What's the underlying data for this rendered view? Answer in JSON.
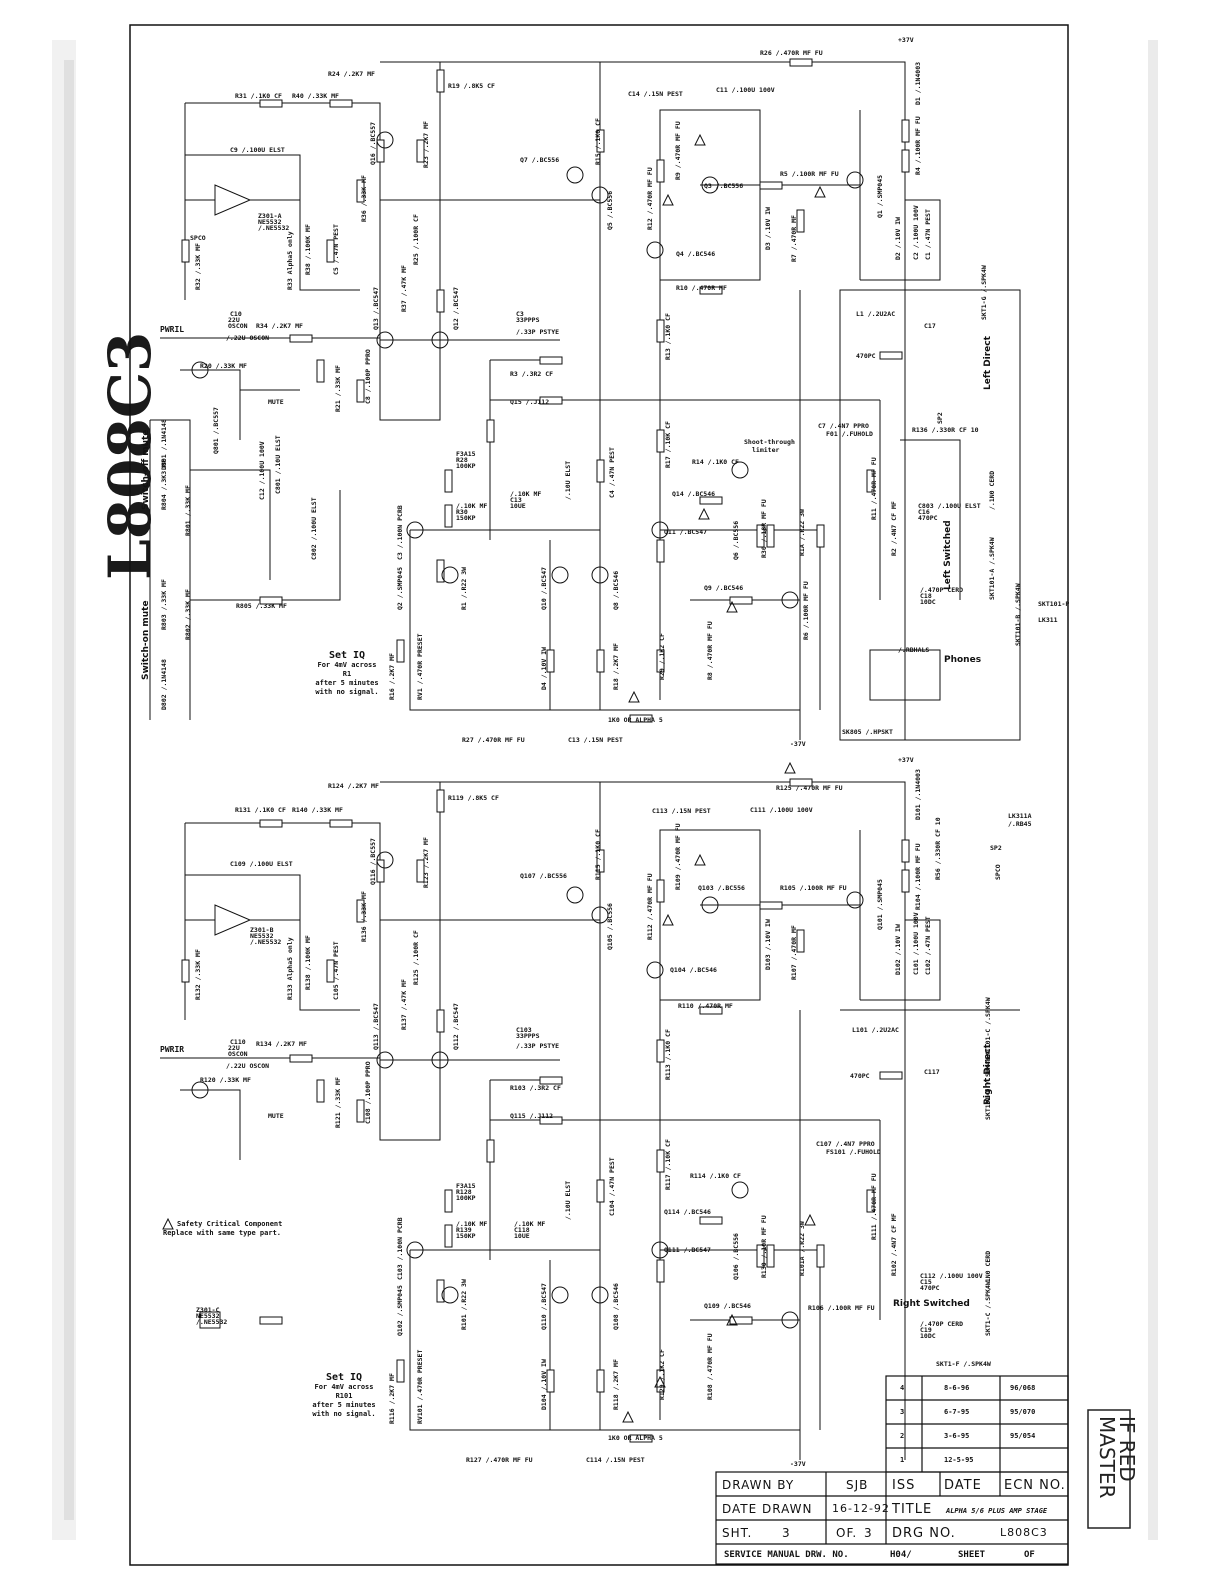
{
  "handwritten_label": "L808C3",
  "stamp": {
    "line1": "MASTER",
    "line2": "IF RED"
  },
  "safety_note": {
    "title": "Safety Critical Component",
    "subtitle": "Replace with same type part."
  },
  "set_iq_upper": {
    "title": "Set IQ",
    "line1": "For 4mV across R1",
    "line2": "after 5 minutes",
    "line3": "with no signal."
  },
  "set_iq_lower": {
    "title": "Set IQ",
    "line1": "For 4mV across R101",
    "line2": "after 5 minutes",
    "line3": "with no signal."
  },
  "rails": {
    "pos_upper": "+37V",
    "neg_upper": "-37V",
    "pos_lower": "+37V",
    "neg_lower": "-37V"
  },
  "inputs": {
    "left": "PWRIL",
    "right": "PWRIR",
    "mute_upper": "MUTE",
    "mute_lower": "MUTE"
  },
  "side_labels": {
    "switch_off_mute": "Switch-off mute",
    "switch_on_mute": "Switch-on mute",
    "left_direct": "Left Direct",
    "left_switched": "Left Switched",
    "right_direct": "Right Direct",
    "right_switched": "Right Switched",
    "phones": "Phones",
    "shoot_through": "Shoot-through",
    "limiter": "limiter"
  },
  "components_upper": [
    "R24 /.2K7 MF",
    "R19 /.8K5 CF",
    "R31 /.1K0 CF",
    "R40 /.33K MF",
    "C9 /.100U ELST",
    "Z301-A",
    "NE5532",
    "/.NE5532",
    "R32 /.33K MF",
    "R33 Alpha5 only",
    "R38 /.100K MF",
    "C5 /.47N PEST",
    "Q16 /.BC557",
    "R23 /.2K7 MF",
    "Q7 /.BC556",
    "R15 /.1K0 CF",
    "Q5 /.BC556",
    "R12 /.470R MF FU",
    "C14 /.15N PEST",
    "C11 /.100U 100V",
    "R26 /.470R MF FU",
    "D1 /.1N4003",
    "R4 /.100R MF FU",
    "Q1 /.SMP045",
    "Q3 /.BC556",
    "R5 /.100R MF FU",
    "R9 /.470R MF FU",
    "D3 /.10V IW",
    "R7 /.470R MF",
    "D2 /.10V IW",
    "C2 /.100U 100V",
    "C1 /.47N PEST",
    "SKT1-G /.SPK4W",
    "Q4 /.BC546",
    "R10 /.470R MF",
    "C10",
    "22U",
    "OSCON",
    "/.22U OSCON",
    "R34 /.2K7 MF",
    "Q13 /.BC547",
    "Q12 /.BC547",
    "C3",
    "33PPPS",
    "/.33P PSTYE",
    "R13 /.1K0 CF",
    "L1 /.2U2AC",
    "C17",
    "470PC",
    "R3 /.3R2 CF",
    "R20 /.33K MF",
    "Q15 /.J112",
    "R21 /.33K MF",
    "C8 /.100P PPRO",
    "R36 /.33K MF",
    "R37 /.47K MF",
    "R25 /.100R CF",
    "C7 /.4N7 PPRO",
    "F01 /.FUHOLD",
    "F3A15",
    "R28",
    "100KP",
    "/.10K MF",
    "R30",
    "150KP",
    "/.10K MF",
    "C13",
    "10UE",
    "/.10U ELST",
    "C4 /.47N PEST",
    "R17 /.10K CF",
    "R14 /.1K0 CF",
    "Q14 /.BC546",
    "R11 /.470R MF FU",
    "R2 /.4N7 CF MF",
    "C3 /.100N PCRB",
    "Q11 /.BC547",
    "Q6 /.BC556",
    "R30 /.18R MF FU",
    "R1A /.R22 3W",
    "R1 /.R22 3W",
    "Q10 /.BC547",
    "Q8 /.BC546",
    "Q9 /.BC546",
    "R6 /.100R MF FU",
    "Q2 /.SMP045",
    "R29 /.1K2 CF",
    "R8 /.470R MF FU",
    "D4 /.10V IW",
    "R18 /.2K7 MF",
    "R16 /.2K7 MF",
    "RV1 /.470R PRESET",
    "1K0 OR ALPHA 5",
    "R27 /.470R MF FU",
    "C13 /.15N PEST",
    "C12 /.100U 100V",
    "C801 /.10U ELST",
    "Q801 /.BC557",
    "R804 /.3K3 MF",
    "R801 /.33K MF",
    "D801 /.1N4148",
    "C802 /.100U ELST",
    "R805 /.33K MF",
    "R803 /.33K MF",
    "R802 /.33K MF",
    "D802 /.1N4148",
    "C803 /.100U ELST",
    "C16",
    "470PC",
    "/.470P CERD",
    "C18",
    "10DC",
    "/.1N0 CERD",
    "SKT101-A /.SPK4W",
    "SKT101-B /.SPK4W",
    "SKT101-P",
    "LK311",
    "/.RBHALS",
    "SK805 /.HPSKT",
    "R136 /.330R CF 10",
    "SP2",
    "SPCO"
  ],
  "components_lower": [
    "R124 /.2K7 MF",
    "R119 /.8K5 CF",
    "R131 /.1K0 CF",
    "R140 /.33K MF",
    "C109 /.100U ELST",
    "Z301-B",
    "NE5532",
    "/.NE5532",
    "R132 /.33K MF",
    "R133 Alpha5 only",
    "R138 /.100K MF",
    "C105 /.47N PEST",
    "Q116 /.BC557",
    "R123 /.2K7 MF",
    "Q107 /.BC556",
    "R115 /.1K0 CF",
    "Q105 /.BC556",
    "R112 /.470R MF FU",
    "C113 /.15N PEST",
    "C111 /.100U 100V",
    "R125 /.470R MF FU",
    "D101 /.1N4003",
    "R104 /.100R MF FU",
    "Q101 /.SMP045",
    "Q103 /.BC556",
    "R105 /.100R MF FU",
    "R109 /.470R MF FU",
    "D103 /.10V IW",
    "R107 /.470R MF",
    "D102 /.10V IW",
    "C101 /.100U 100V",
    "C102 /.47N PEST",
    "Q104 /.BC546",
    "R110 /.470R MF",
    "C110",
    "22U",
    "OSCON",
    "/.22U OSCON",
    "R134 /.2K7 MF",
    "Q113 /.BC547",
    "Q112 /.BC547",
    "C103",
    "33PPPS",
    "/.33P PSTYE",
    "R113 /.1K0 CF",
    "L101 /.2U2AC",
    "C117",
    "470PC",
    "R103 /.3R2 CF",
    "R120 /.33K MF",
    "Q115 /.J112",
    "R121 /.33K MF",
    "C108 /.100P PPRO",
    "R136 /.33K MF",
    "R137 /.47K MF",
    "R125 /.100R CF",
    "C107 /.4N7 PPRO",
    "FS101 /.FUHOLD",
    "F3A15",
    "R128",
    "100KP",
    "/.10K MF",
    "R139",
    "150KP",
    "/.10K MF",
    "C118",
    "10UE",
    "/.10U ELST",
    "C104 /.47N PEST",
    "R117 /.10K CF",
    "R114 /.1K0 CF",
    "Q114 /.BC546",
    "R111 /.470R MF FU",
    "R102 /.4N7 CF MF",
    "C103 /.100N PCRB",
    "Q111 /.BC547",
    "Q106 /.BC556",
    "R130 /.10R MF FU",
    "R101A /.R22 3W",
    "R101 /.R22 3W",
    "Q110 /.BC547",
    "Q108 /.BC546",
    "Q109 /.BC546",
    "R106 /.100R MF FU",
    "Q102 /.SMP045",
    "R129 /.1K2 CF",
    "R108 /.470R MF FU",
    "D104 /.10V IW",
    "R118 /.2K7 MF",
    "R116 /.2K7 MF",
    "RV101 /.470R PRESET",
    "1K0 OR ALPHA 5",
    "R127 /.470R MF FU",
    "C114 /.15N PEST",
    "C112 /.100U 100V",
    "C15",
    "470PC",
    "/.470P CERD",
    "C19",
    "10DC",
    "/.1N0 CERD",
    "SKT1-C /.SPK4W",
    "SKT1-F /.SPK4W",
    "SKT101-C /.SPK4W",
    "SKT101-D /.SPK4W",
    "LK311A",
    "/.RB45",
    "SP2",
    "SPCO",
    "R56 /.330R CF 10",
    "Z301-C",
    "NE5532",
    "/.NE5532"
  ],
  "revisions": [
    {
      "iss": "4",
      "date": "8-6-96",
      "ecn": "96/068"
    },
    {
      "iss": "3",
      "date": "6-7-95",
      "ecn": "95/070"
    },
    {
      "iss": "2",
      "date": "3-6-95",
      "ecn": "95/054"
    },
    {
      "iss": "1",
      "date": "12-5-95",
      "ecn": ""
    }
  ],
  "title_block": {
    "drawn_by_label": "DRAWN BY",
    "drawn_by": "SJB",
    "iss_label": "ISS",
    "date_label": "DATE",
    "ecn_label": "ECN NO.",
    "date_drawn_label": "DATE DRAWN",
    "date_drawn": "16-12-92",
    "title_label": "TITLE",
    "title": "ALPHA 5/6 PLUS AMP STAGE",
    "sht_label": "SHT.",
    "sht": "3",
    "of_label": "OF.",
    "of": "3",
    "drg_label": "DRG NO.",
    "drg_no": "L808C3",
    "service_label": "SERVICE MANUAL DRW. NO.",
    "service_no": "H04/",
    "sheet_label": "SHEET",
    "of2_label": "OF"
  }
}
